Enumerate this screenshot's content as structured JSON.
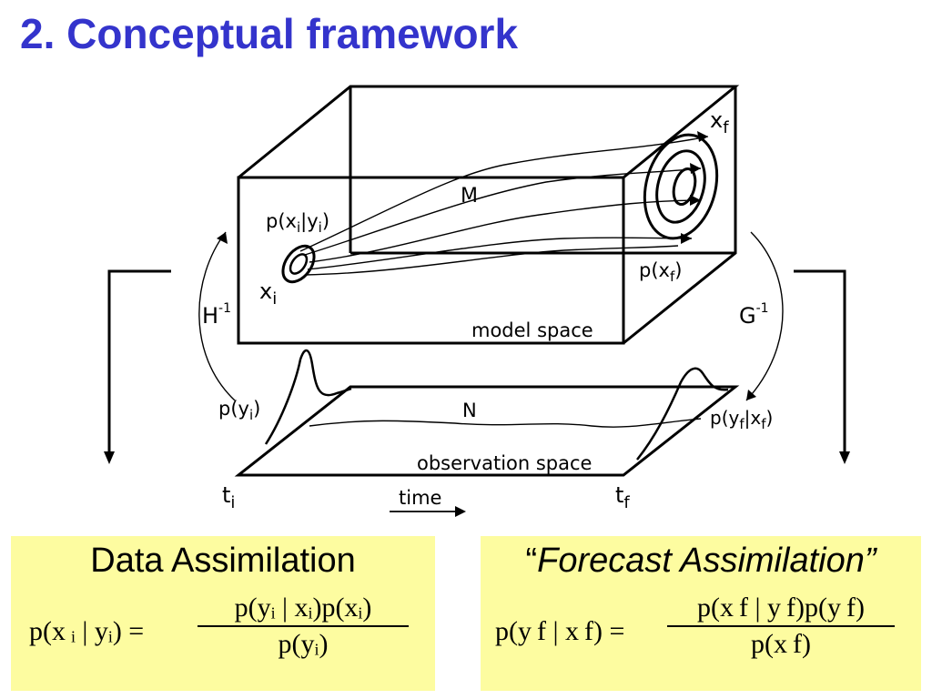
{
  "title": "2. Conceptual framework",
  "diagram": {
    "x_f": "x",
    "x_f_sub": "f",
    "M": "M",
    "p_xi_yi": "p(x",
    "p_xi_yi_sub1": "i",
    "p_xi_yi_mid": "|y",
    "p_xi_yi_sub2": "i",
    "p_xi_yi_end": ")",
    "x_i": "x",
    "x_i_sub": "i",
    "p_xf": "p(x",
    "p_xf_sub": "f",
    "p_xf_end": ")",
    "H_inv": "H",
    "H_inv_sup": "-1",
    "G_inv": "G",
    "G_inv_sup": "-1",
    "model_space": "model space",
    "p_yi": "p(y",
    "p_yi_sub": "i",
    "p_yi_end": ")",
    "N": "N",
    "p_yf_xf": "p(y",
    "p_yf_xf_sub1": "f",
    "p_yf_xf_mid": "|x",
    "p_yf_xf_sub2": "f",
    "p_yf_xf_end": ")",
    "observation_space": "observation space",
    "t_i": "t",
    "t_i_sub": "i",
    "time": "time",
    "t_f": "t",
    "t_f_sub": "f"
  },
  "left_box": {
    "title": "Data Assimilation",
    "lhs": "p(x ᵢ | yᵢ) =",
    "numerator": "p(yᵢ | xᵢ)p(xᵢ)",
    "denominator": "p(yᵢ)"
  },
  "right_box": {
    "title_open": "“",
    "title": "Forecast Assimilation",
    "title_close": "”",
    "lhs": "p(y f | x f) =",
    "numerator": "p(x f | y f)p(y f)",
    "denominator": "p(x f)"
  },
  "colors": {
    "title": "#3434cc",
    "box_fill": "#fdfca0"
  }
}
